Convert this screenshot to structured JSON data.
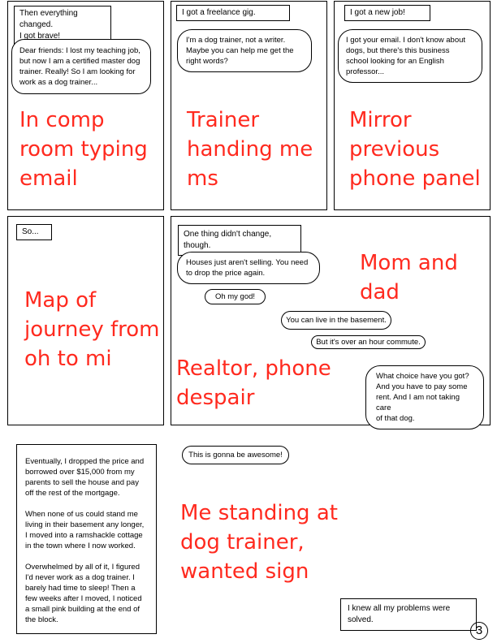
{
  "panel1": {
    "caption": "Then everything changed.\nI got brave!",
    "bubble": "Dear friends: I lost my teaching job,\nbut now I am a certified master dog\ntrainer.  Really!  So I am looking for\nwork as a dog trainer...",
    "note": "In comp\nroom typing\nemail"
  },
  "panel2": {
    "caption": "I got a freelance gig.",
    "bubble": "I'm a dog trainer, not a writer.\nMaybe you can help me get the\nright words?",
    "note": "Trainer\nhanding me\nms"
  },
  "panel3": {
    "caption": "I got a new job!",
    "bubble": "I got your email.  I don't know about\ndogs, but there's this business\nschool looking for an English\nprofessor...",
    "note": "Mirror\nprevious\nphone panel"
  },
  "panel4": {
    "caption": "So...",
    "note": "Map of\njourney from\noh to mi"
  },
  "panel5": {
    "caption": "One thing didn't change, though.",
    "bubble_realtor": "Houses just aren't selling.  You need\nto drop the price again.",
    "bubble_ohmygod": "Oh my god!",
    "bubble_basement": "You can live in the basement.",
    "bubble_commute": "But it's over an hour commute.",
    "bubble_choice": "What choice have you got?\nAnd  you have to pay some\nrent. And I am not taking care\nof that dog.",
    "note_parents": "Mom and\ndad",
    "note_realtor": "Realtor, phone\ndespair"
  },
  "panel6": {
    "paragraphs": [
      "Eventually, I dropped the price and borrowed over $15,000 from my parents to sell the house and pay off the rest of the mortgage.",
      "When none of us could stand me living in their basement any longer, I moved into a ramshackle cottage in the town where I now worked.",
      "Overwhelmed by all of it, I figured I'd never work as a dog trainer.  I barely had time to sleep!  Then a few weeks after I moved, I noticed a small pink building at the end of the block."
    ]
  },
  "panel7": {
    "bubble": "This is gonna be awesome!",
    "note": "Me standing at\ndog trainer,\nwanted sign",
    "caption": "I knew all my problems were solved."
  },
  "page_number": "3"
}
